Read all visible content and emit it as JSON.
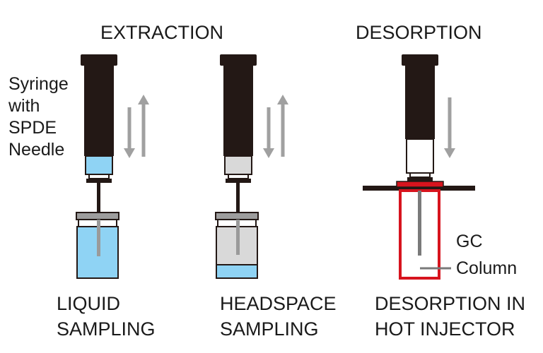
{
  "headings": {
    "extraction": "EXTRACTION",
    "desorption": "DESORPTION"
  },
  "syringe_label": {
    "line1": "Syringe",
    "line2": "with",
    "line3": "SPDE",
    "line4": "Needle"
  },
  "gc_column_label": {
    "line1": "GC",
    "line2": "Column"
  },
  "captions": {
    "liquid": {
      "line1": "LIQUID",
      "line2": "SAMPLING"
    },
    "headspace": {
      "line1": "HEADSPACE",
      "line2": "SAMPLING"
    },
    "desorption": {
      "line1": "DESORPTION IN",
      "line2": "HOT INJECTOR"
    }
  },
  "colors": {
    "barrel": "#231815",
    "liquid": "#8fd3f4",
    "vial_cap": "#9d9d9d",
    "vial_empty": "#d9d9d9",
    "arrow": "#a0a0a0",
    "injector": "#d7141e",
    "needle": "#7a7a7a"
  }
}
